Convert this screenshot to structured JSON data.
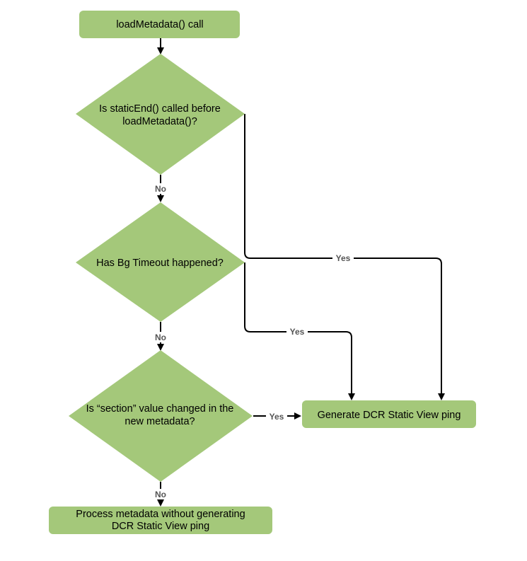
{
  "diagram": {
    "nodes": {
      "start": {
        "text": "loadMetadata() call"
      },
      "decision_static_end": {
        "lines": [
          "Is staticEnd() called before",
          "loadMetadata()?"
        ]
      },
      "decision_bg_timeout": {
        "text": "Has Bg Timeout happened?"
      },
      "decision_section_changed": {
        "lines": [
          "Is “section” value changed in the",
          "new metadata?"
        ]
      },
      "generate_ping": {
        "text": "Generate DCR Static View ping"
      },
      "process_metadata": {
        "lines": [
          "Process metadata without generating",
          "DCR Static View ping"
        ]
      }
    },
    "edge_labels": {
      "static_end_no": "No",
      "static_end_yes": "Yes",
      "bg_timeout_no": "No",
      "bg_timeout_yes": "Yes",
      "section_yes": "Yes",
      "section_no": "No"
    }
  }
}
